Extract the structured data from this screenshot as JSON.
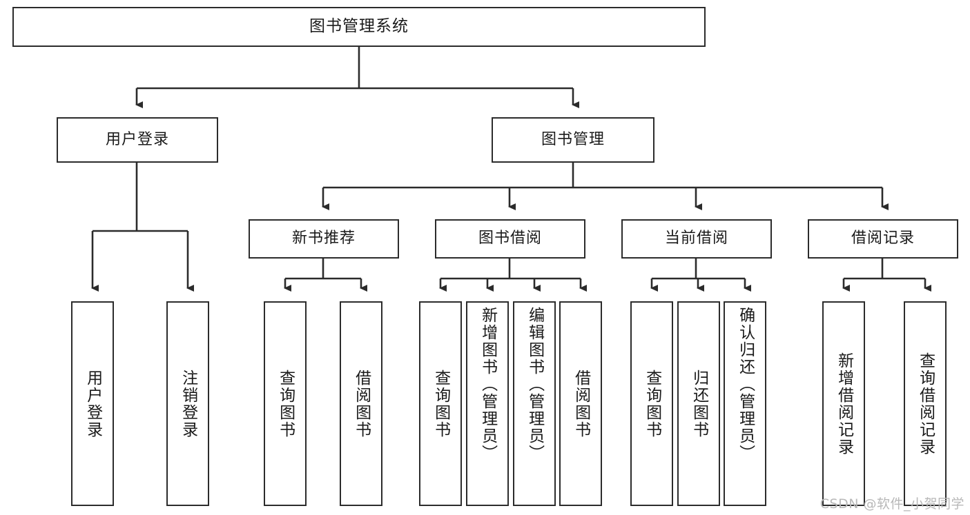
{
  "diagram": {
    "title": "图书管理系统",
    "type": "tree",
    "root": {
      "label": "图书管理系统"
    },
    "level2": [
      {
        "label": "用户登录"
      },
      {
        "label": "图书管理"
      }
    ],
    "level3": [
      {
        "label": "新书推荐"
      },
      {
        "label": "图书借阅"
      },
      {
        "label": "当前借阅"
      },
      {
        "label": "借阅记录"
      }
    ],
    "leaves": {
      "user_login": [
        {
          "label": "用户登录"
        },
        {
          "label": "注销登录"
        }
      ],
      "new_book_recommend": [
        {
          "label": "查询图书"
        },
        {
          "label": "借阅图书"
        }
      ],
      "book_borrow": [
        {
          "label": "查询图书"
        },
        {
          "label": "新增图书（管理员）"
        },
        {
          "label": "编辑图书（管理员）"
        },
        {
          "label": "借阅图书"
        }
      ],
      "current_borrow": [
        {
          "label": "查询图书"
        },
        {
          "label": "归还图书"
        },
        {
          "label": "确认归还（管理员）"
        }
      ],
      "borrow_record": [
        {
          "label": "新增借阅记录"
        },
        {
          "label": "查询借阅记录"
        }
      ]
    }
  },
  "watermark": {
    "text": "CSDN @软件_小贺同学"
  },
  "colors": {
    "stroke": "#2b2b2b",
    "background": "#ffffff",
    "text": "#1a1a1a",
    "watermark": "#b8b8b8"
  }
}
